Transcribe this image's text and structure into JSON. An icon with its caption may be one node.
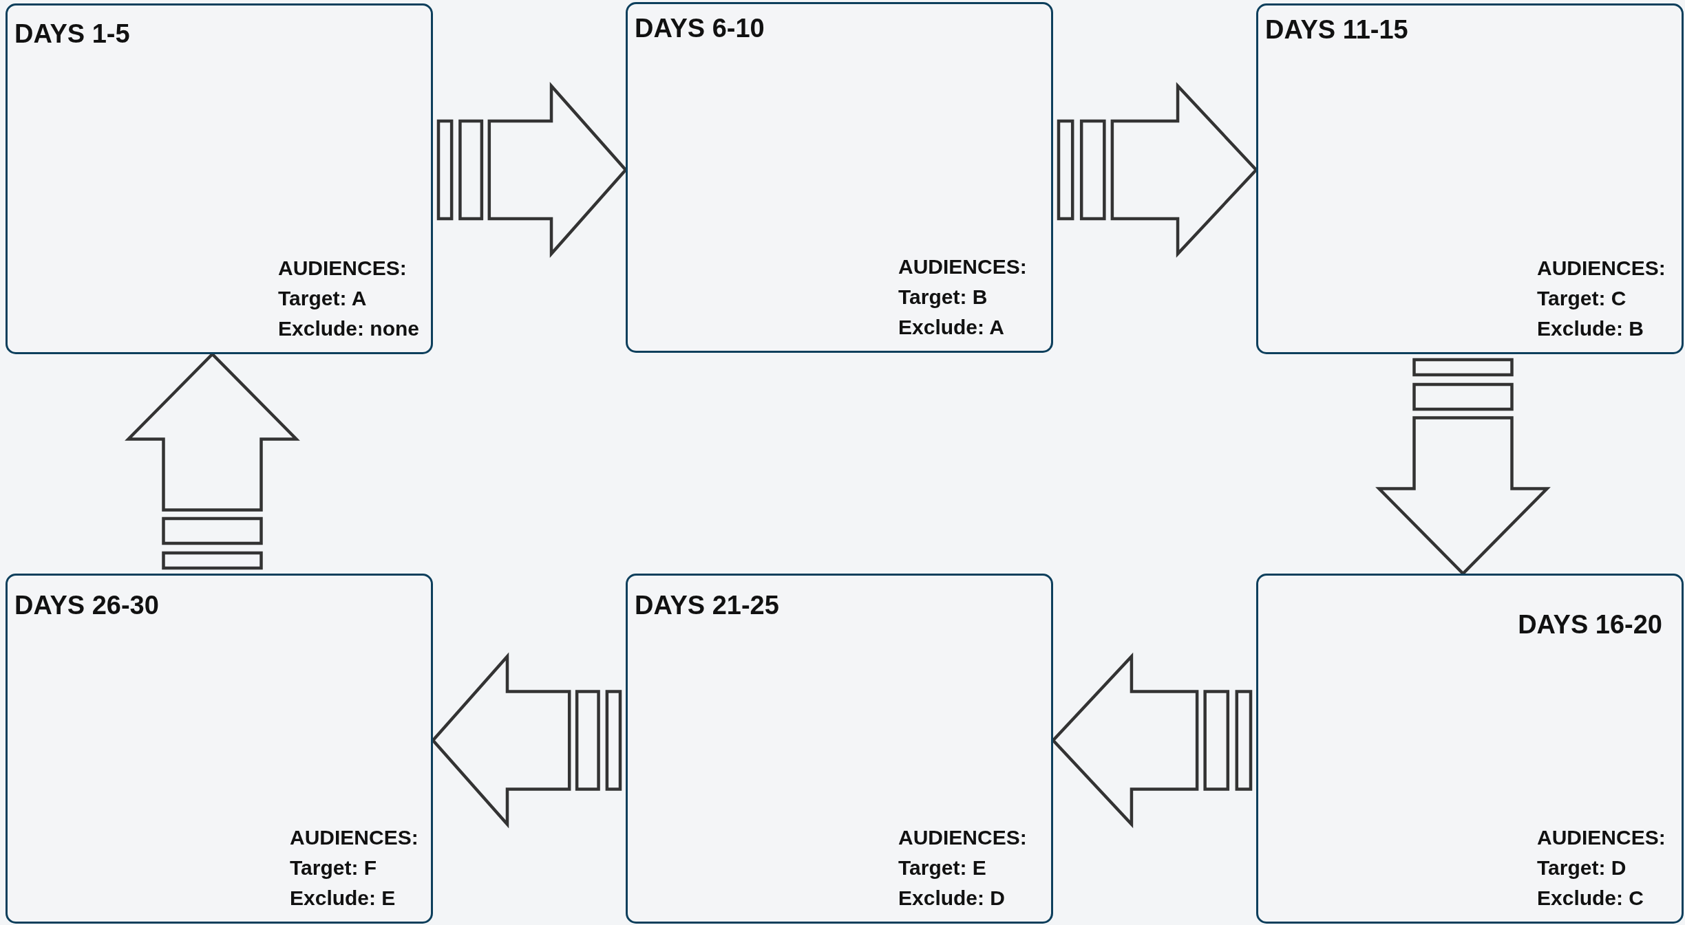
{
  "diagram": {
    "nodes": [
      {
        "text": [
          "DAYS 1-5",
          "AUDIENCES:",
          "Target: A",
          "Exclude: none"
        ]
      },
      {
        "text": [
          "DAYS 6-10",
          "AUDIENCES:",
          "Target: B",
          "Exclude: A"
        ]
      },
      {
        "text": [
          "DAYS 11-15",
          "AUDIENCES:",
          "Target: C",
          "Exclude: B"
        ]
      },
      {
        "text": [
          "DAYS 16-20",
          "AUDIENCES:",
          "Target: D",
          "Exclude: C"
        ]
      },
      {
        "text": [
          "DAYS 21-25",
          "AUDIENCES:",
          "Target: E",
          "Exclude: D"
        ]
      },
      {
        "text": [
          "DAYS 26-30",
          "AUDIENCES:",
          "Target: F",
          "Exclude: E"
        ]
      }
    ],
    "edges": [
      {
        "from": 0,
        "to": 1,
        "arrow": "to"
      },
      {
        "from": 1,
        "to": 2,
        "arrow": "to"
      },
      {
        "from": 2,
        "to": 3,
        "arrow": "to"
      },
      {
        "from": 3,
        "to": 4,
        "arrow": "to"
      },
      {
        "from": 4,
        "to": 5,
        "arrow": "to"
      },
      {
        "from": 5,
        "to": 0,
        "arrow": "to"
      }
    ]
  }
}
